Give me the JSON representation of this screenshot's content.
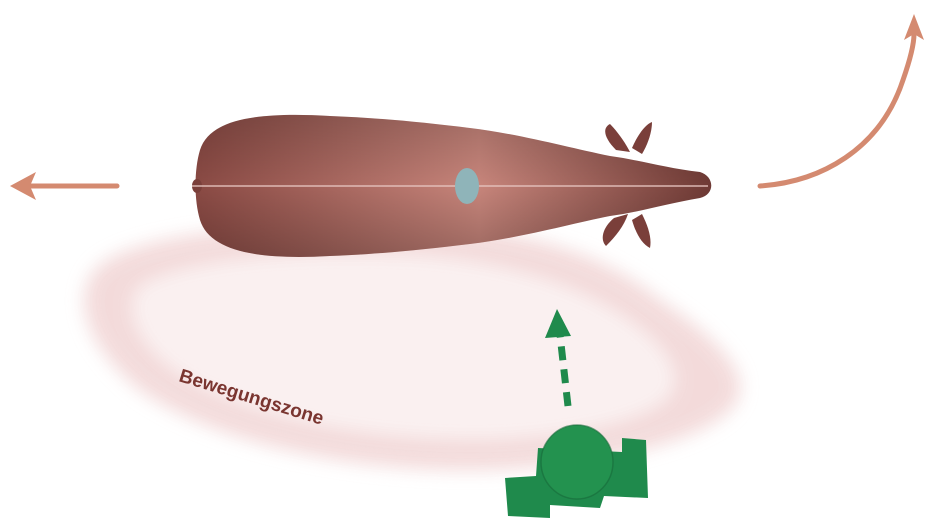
{
  "diagram": {
    "zone_label": "Bewegungszone",
    "colors": {
      "cow_body": "#a8655e",
      "cow_dark": "#7a3f3a",
      "spine_line": "#e6c4bf",
      "center_point": "#8fb4b9",
      "movement_zone": "#f3d9d9",
      "arrow": "#d48a70",
      "handler": "#1f8a4c",
      "handler_head": "#23924f",
      "label": "#7a3530"
    },
    "elements": {
      "cow": "cow-top-view",
      "center_of_gravity": "point-of-balance",
      "handler": "handler-top-view",
      "approach_arrow": "dashed-arrow-up",
      "backward_arrow": "arrow-left",
      "turn_arrow": "curved-arrow-up-right"
    }
  }
}
